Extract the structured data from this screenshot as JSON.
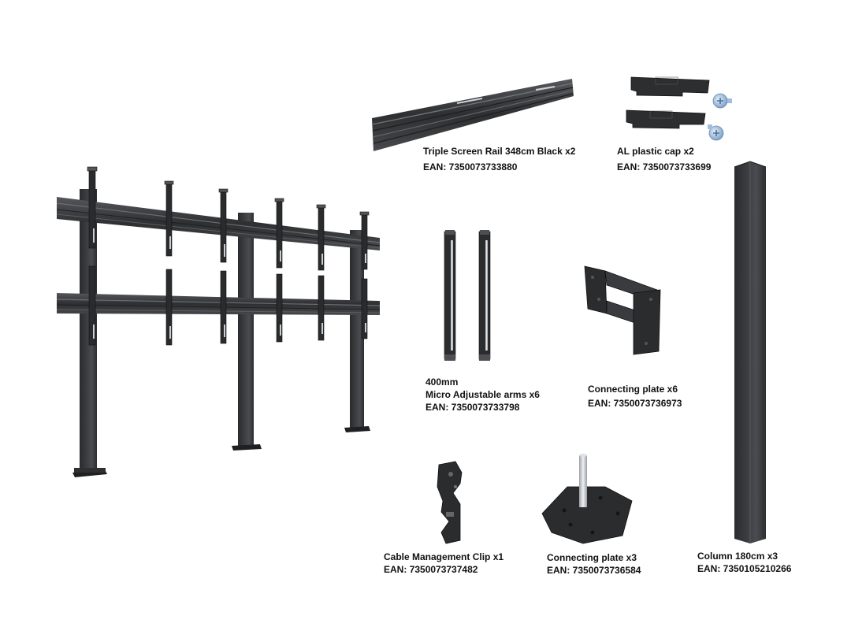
{
  "parts": [
    {
      "id": "rail",
      "name": "Triple Screen Rail 348cm Black x2",
      "ean": "EAN: 7350073733880"
    },
    {
      "id": "cap",
      "name": "AL plastic cap x2",
      "ean": "EAN: 7350073733699"
    },
    {
      "id": "arms",
      "size": "400mm",
      "name": "Micro Adjustable arms x6",
      "ean": "EAN: 7350073733798"
    },
    {
      "id": "plate6",
      "name": "Connecting plate x6",
      "ean": "EAN: 7350073736973"
    },
    {
      "id": "clip",
      "name": "Cable Management Clip x1",
      "ean": "EAN: 7350073737482"
    },
    {
      "id": "plate3",
      "name": "Connecting plate x3",
      "ean": "EAN: 7350073736584"
    },
    {
      "id": "column",
      "name": "Column 180cm x3",
      "ean": "EAN: 7350105210266"
    }
  ],
  "colors": {
    "metal_dark": "#2b2c2e",
    "metal_mid": "#45474a",
    "metal_light": "#6a6c70",
    "chrome": "#c9ced3",
    "screw": "#8fb3d9"
  }
}
